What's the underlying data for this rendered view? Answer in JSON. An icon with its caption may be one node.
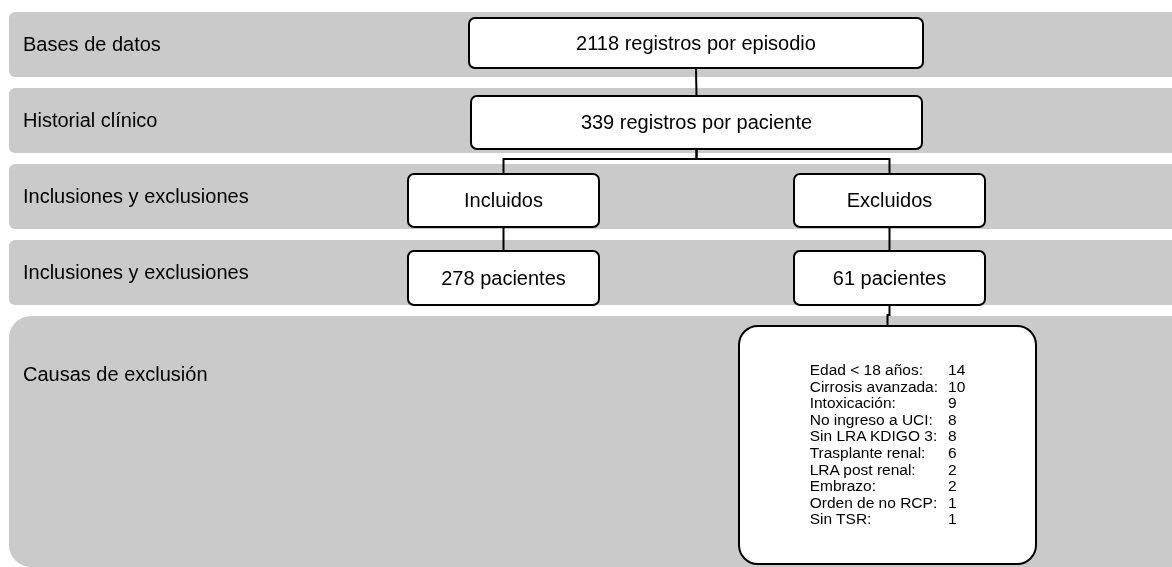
{
  "diagram": {
    "nodes": [
      {
        "text": [
          "Bases de datos"
        ]
      },
      {
        "text": [
          "2118 registros por episodio"
        ],
        "in": 0
      },
      {
        "text": [
          "Historial clínico"
        ]
      },
      {
        "text": [
          "339 registros por paciente"
        ],
        "in": 2
      },
      {
        "text": [
          "Inclusiones y exclusiones"
        ]
      },
      {
        "text": [
          "Incluidos"
        ],
        "in": 4
      },
      {
        "text": [
          "Excluidos"
        ],
        "in": 4
      },
      {
        "text": [
          "Inclusiones y exclusiones"
        ]
      },
      {
        "text": [
          "278 pacientes"
        ],
        "in": 7
      },
      {
        "text": [
          "61 pacientes"
        ],
        "in": 7
      },
      {
        "text": [
          "Causas de exclusión"
        ]
      },
      {
        "text": [
          "Edad < 18 años:",
          "14",
          "Cirrosis avanzada:",
          "10",
          "Intoxicación:",
          "9",
          "No ingreso a UCI:",
          "8",
          "Sin LRA KDIGO 3:",
          "8",
          "Trasplante renal:",
          "6",
          "LRA post renal:",
          "2",
          "Embrazo:",
          "2",
          "Orden de no RCP:",
          "1",
          "Sin TSR:",
          "1"
        ],
        "in": 10
      }
    ],
    "edges": [
      {
        "from": 1,
        "to": 3,
        "arrow": "none"
      },
      {
        "from": 3,
        "to": 5,
        "arrow": "none"
      },
      {
        "from": 3,
        "to": 6,
        "arrow": "none"
      },
      {
        "from": 5,
        "to": 8,
        "arrow": "none"
      },
      {
        "from": 6,
        "to": 9,
        "arrow": "none"
      },
      {
        "from": 9,
        "to": 11,
        "arrow": "none"
      }
    ]
  }
}
